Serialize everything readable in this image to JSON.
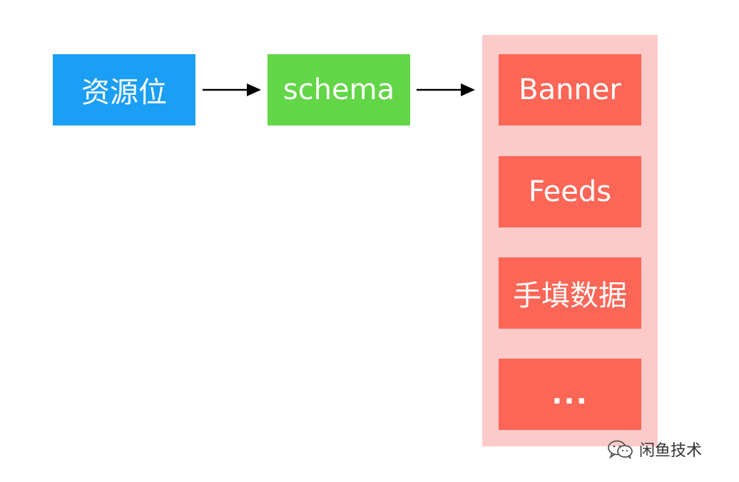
{
  "nodes": {
    "source": "资源位",
    "schema": "schema"
  },
  "types": [
    "Banner",
    "Feeds",
    "手填数据",
    "..."
  ],
  "colors": {
    "source": "#1a9ff5",
    "schema": "#62d647",
    "panel": "#fdcaca",
    "type_box": "#fc6656",
    "arrow": "#000000"
  },
  "watermark": {
    "icon": "wechat-icon",
    "text": "闲鱼技术"
  }
}
